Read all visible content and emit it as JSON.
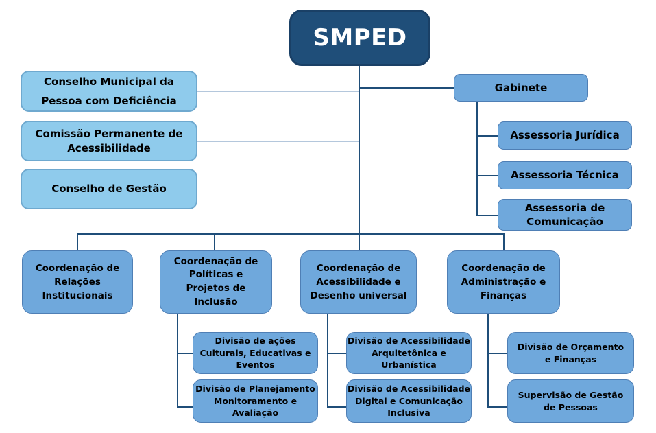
{
  "diagram": {
    "type": "org-chart",
    "root": {
      "label": "SMPED"
    },
    "advisory_bodies": [
      {
        "label": "Conselho Municipal da\nPessoa com Deficiência"
      },
      {
        "label": "Comissão Permanente de\nAcessibilidade"
      },
      {
        "label": "Conselho de Gestão"
      }
    ],
    "gabinete": {
      "label": "Gabinete",
      "children": [
        {
          "label": "Assessoria Jurídica"
        },
        {
          "label": "Assessoria Técnica"
        },
        {
          "label": "Assessoria de\nComunicação"
        }
      ]
    },
    "coordinations": [
      {
        "label": "Coordenação de\nRelações\nInstitucionais",
        "children": []
      },
      {
        "label": "Coordenação de\nPolíticas e\nProjetos de\nInclusão",
        "children": [
          {
            "label": "Divisão de ações\nCulturais, Educativas e\nEventos"
          },
          {
            "label": "Divisão de Planejamento\nMonitoramento e\nAvaliação"
          }
        ]
      },
      {
        "label": "Coordenação de\nAcessibilidade e\nDesenho universal",
        "children": [
          {
            "label": "Divisão de Acessibilidade\nArquitetônica e\nUrbanística"
          },
          {
            "label": "Divisão de Acessibilidade\nDigital e Comunicação\nInclusiva"
          }
        ]
      },
      {
        "label": "Coordenação de\nAdministração e\nFinanças",
        "children": [
          {
            "label": "Divisão de Orçamento\ne Finanças"
          },
          {
            "label": "Supervisão de Gestão\nde Pessoas"
          }
        ]
      }
    ],
    "colors": {
      "dark_navy": "#1F4E79",
      "medium_blue": "#6FA8DC",
      "light_blue": "#8FCBEC",
      "edge_navy": "#1F4E79",
      "edge_light": "#B4C7DC",
      "text_dark": "#000000",
      "text_light": "#FFFFFF"
    }
  }
}
